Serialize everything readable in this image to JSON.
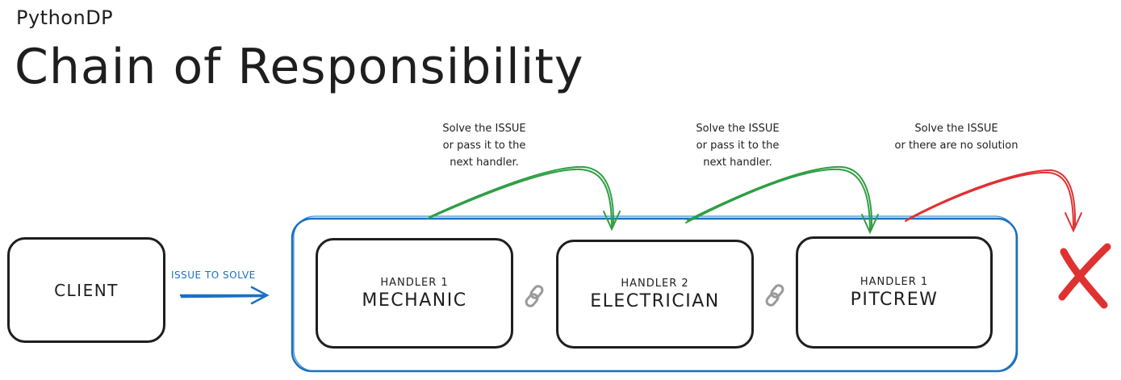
{
  "header": {
    "kicker": "PythonDP",
    "title": "Chain of Responsibility"
  },
  "client": {
    "label": "CLIENT"
  },
  "flow": {
    "label": "ISSUE TO SOLVE"
  },
  "handlers": [
    {
      "tag": "HANDLER 1",
      "name": "MECHANIC"
    },
    {
      "tag": "HANDLER 2",
      "name": "ELECTRICIAN"
    },
    {
      "tag": "HANDLER 1",
      "name": "PITCREW"
    }
  ],
  "notes": [
    {
      "lines": [
        "Solve the ISSUE",
        "or pass it to the",
        "next handler."
      ]
    },
    {
      "lines": [
        "Solve the ISSUE",
        "or pass it to the",
        "next handler."
      ]
    },
    {
      "lines": [
        "Solve the ISSUE",
        "or there are no solution"
      ]
    }
  ],
  "icons": {
    "link": "link-chain-icon",
    "no_solution": "x-mark-icon"
  },
  "colors": {
    "ink": "#1e1e1e",
    "blue": "#1971c2",
    "green": "#2f9e44",
    "red": "#e03131"
  }
}
